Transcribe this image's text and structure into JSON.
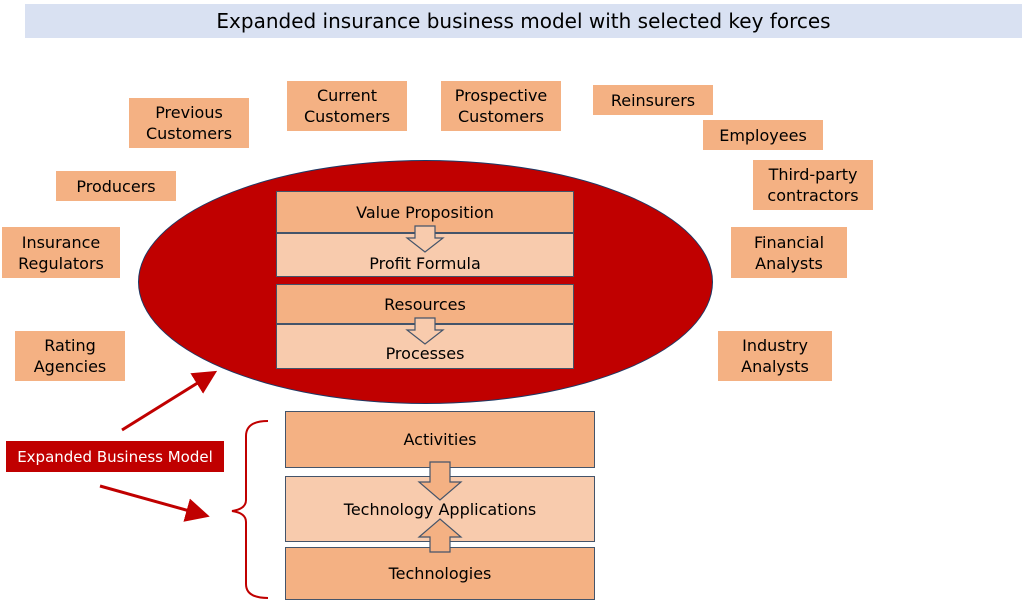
{
  "title": "Expanded insurance business model with selected key forces",
  "forces": {
    "previous_customers": "Previous\nCustomers",
    "current_customers": "Current\nCustomers",
    "prospective_customers": "Prospective\nCustomers",
    "reinsurers": "Reinsurers",
    "employees": "Employees",
    "producers": "Producers",
    "third_party_contractors": "Third-party\ncontractors",
    "insurance_regulators": "Insurance\nRegulators",
    "financial_analysts": "Financial\nAnalysts",
    "rating_agencies": "Rating\nAgencies",
    "industry_analysts": "Industry\nAnalysts"
  },
  "core_model": {
    "value_proposition": "Value Proposition",
    "profit_formula": "Profit Formula",
    "resources": "Resources",
    "processes": "Processes"
  },
  "expanded_model": {
    "label": "Expanded Business Model",
    "activities": "Activities",
    "technology_applications": "Technology Applications",
    "technologies": "Technologies"
  },
  "colors": {
    "force_fill": "#f4b183",
    "light_fill": "#f8cbad",
    "core_ellipse": "#c00000",
    "title_bar": "#d9e1f2",
    "arrow_red": "#c00000"
  }
}
